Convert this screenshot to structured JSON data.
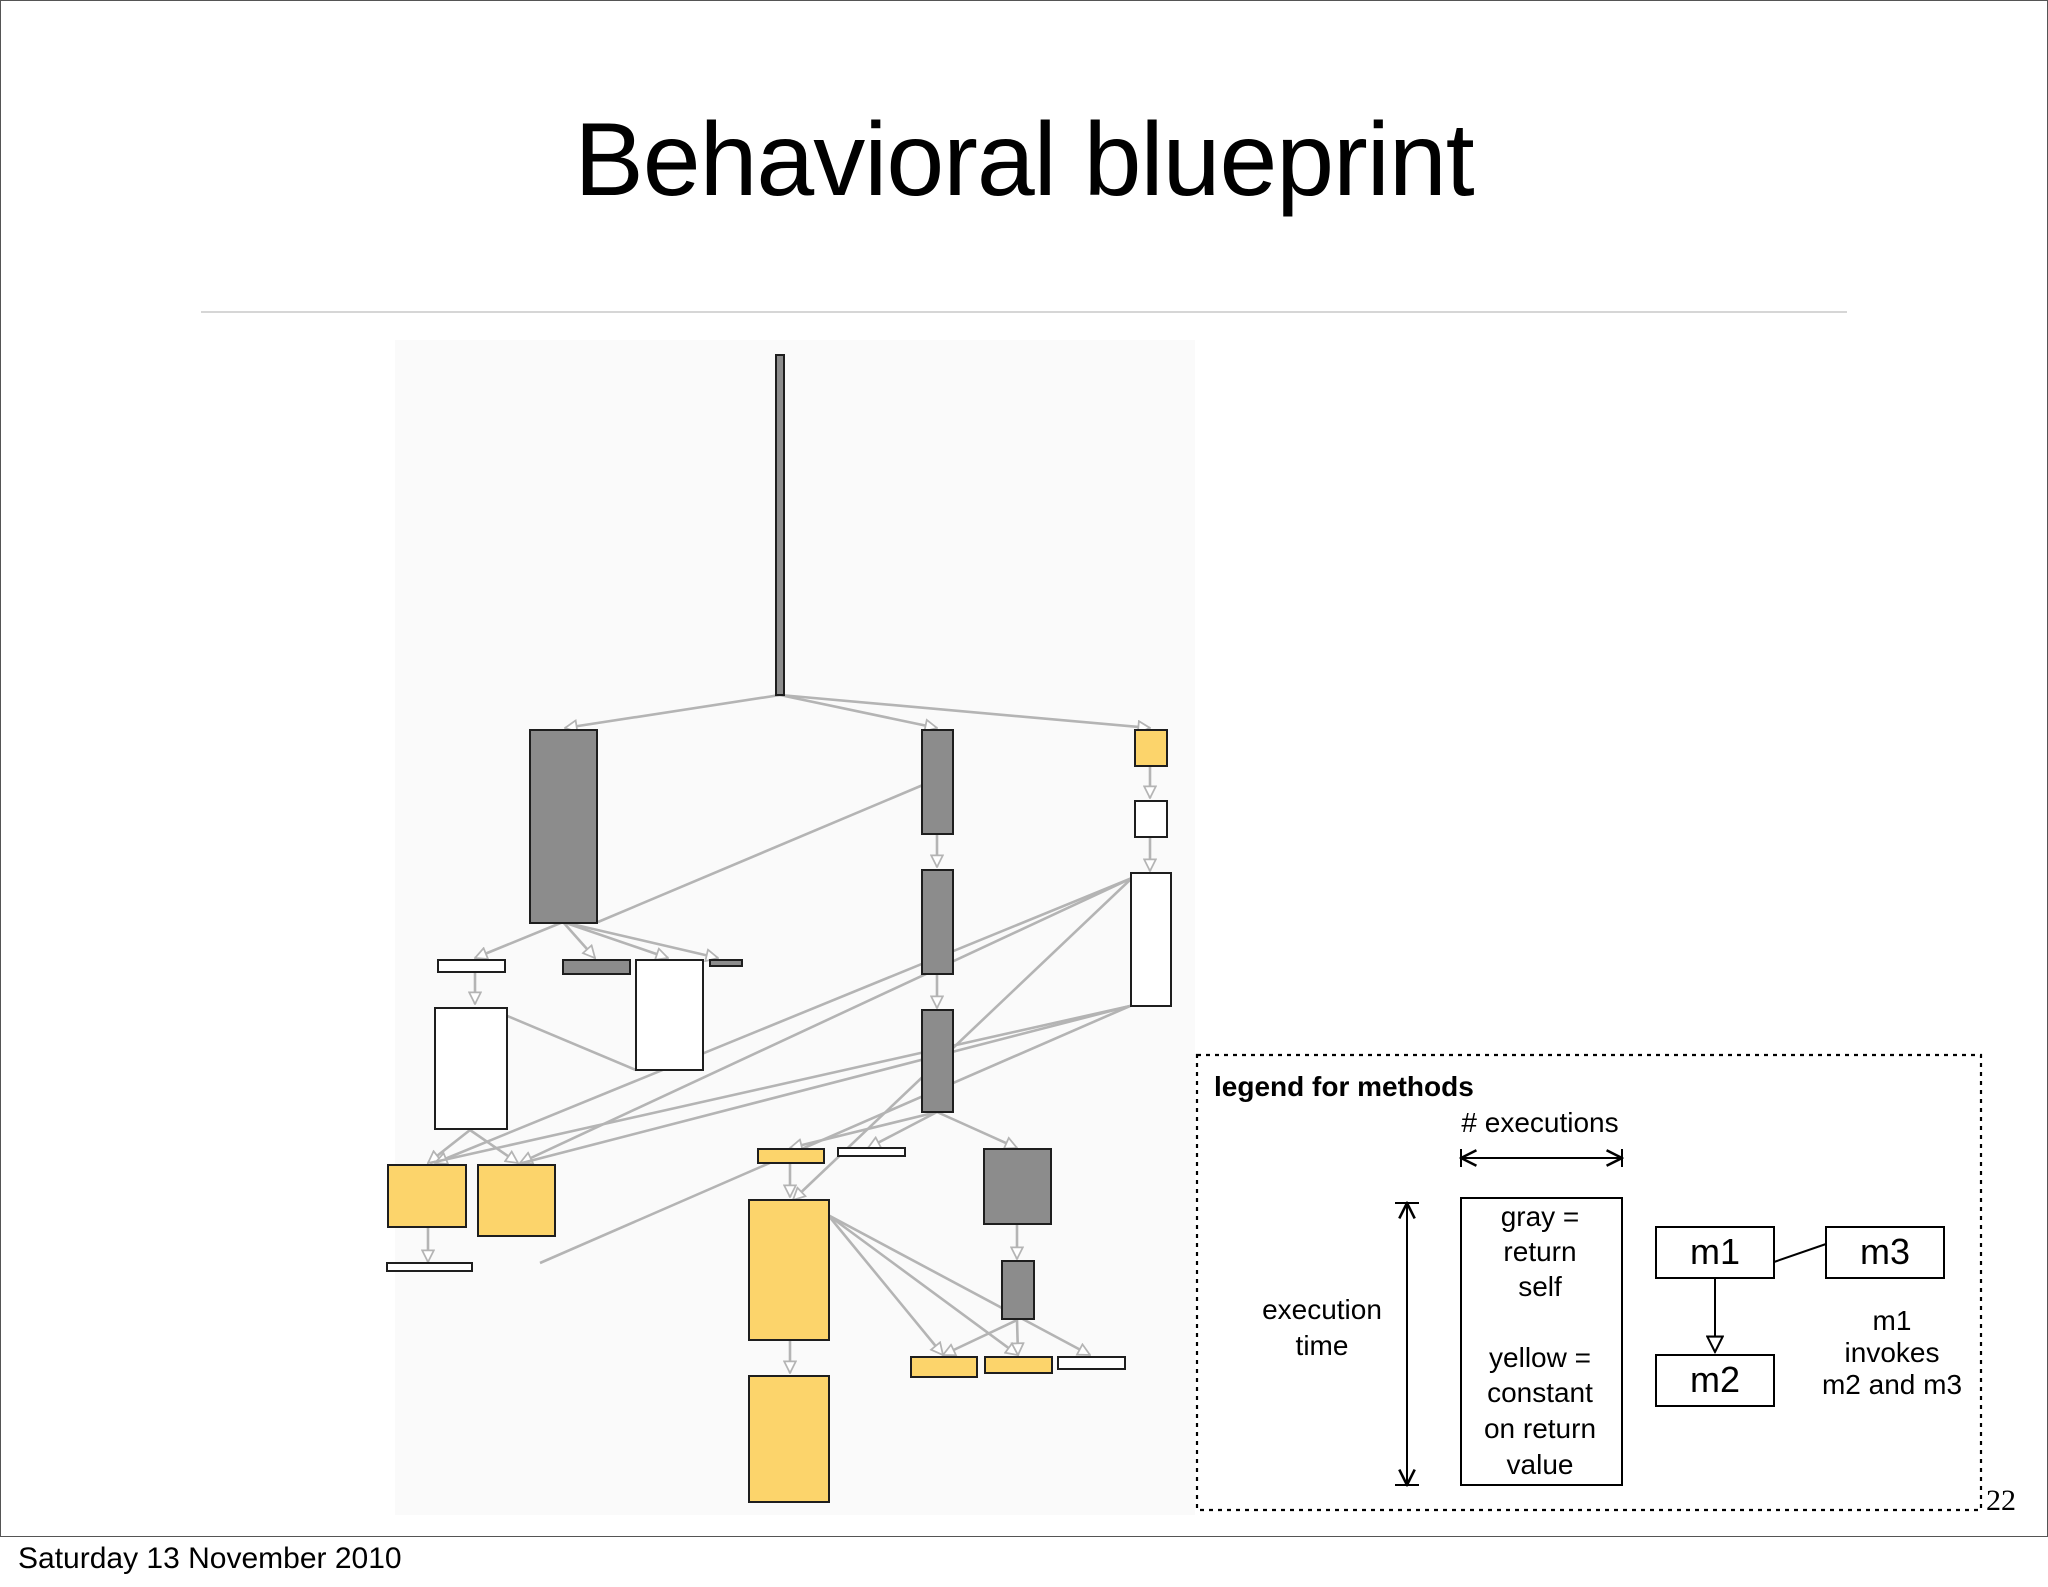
{
  "slide": {
    "title": "Behavioral blueprint",
    "page_number": "22",
    "footer_date": "Saturday 13 November 2010"
  },
  "colors": {
    "gray_method": "#8c8c8c",
    "yellow_method": "#fcd46b",
    "white_method": "#ffffff",
    "edge": "#b4b4b4",
    "border": "#1e1e1e"
  },
  "legend": {
    "title": "legend for methods",
    "executions_label": "# executions",
    "execution_time_line1": "execution",
    "execution_time_line2": "time",
    "box_text": [
      "gray =",
      "return",
      "self",
      "",
      "yellow =",
      "constant",
      "on return",
      "value"
    ],
    "m1": "m1",
    "m2": "m2",
    "m3": "m3",
    "caption": [
      "m1",
      "invokes",
      "m2 and m3"
    ]
  }
}
